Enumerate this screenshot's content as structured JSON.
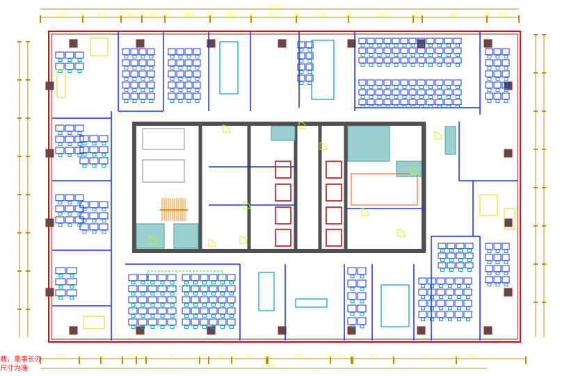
{
  "drawing": {
    "top_total": "62400",
    "top_dims": [
      "5640",
      "100",
      "4610",
      "100",
      "2600",
      "100",
      "2900",
      "100",
      "5600",
      "100",
      "5165",
      "100",
      "5765",
      "100",
      "5730",
      "150",
      "6375",
      "1200",
      "6340",
      "115",
      "4135"
    ],
    "bottom_total": "63400",
    "bottom_dims": [
      "5050",
      "150",
      "5450",
      "150",
      "1850",
      "1360",
      "7875",
      "1195",
      "3320",
      "150",
      "4900",
      "150",
      "6850",
      "150",
      "2855",
      "200",
      "5650",
      "150",
      "8700",
      "100",
      "6350"
    ],
    "note_lines": [
      "裁，董事长办",
      "尺寸为准"
    ],
    "colors": {
      "dimension": "#b8900a",
      "dim_text": "#ffff33",
      "outer_wall": "#d01010",
      "core_wall": "#505050",
      "partition": "#1030ff",
      "furniture": "#00a0c0",
      "stair": "#ff8800",
      "door": "#c0ff00",
      "hatch": "#40a0a0"
    }
  }
}
